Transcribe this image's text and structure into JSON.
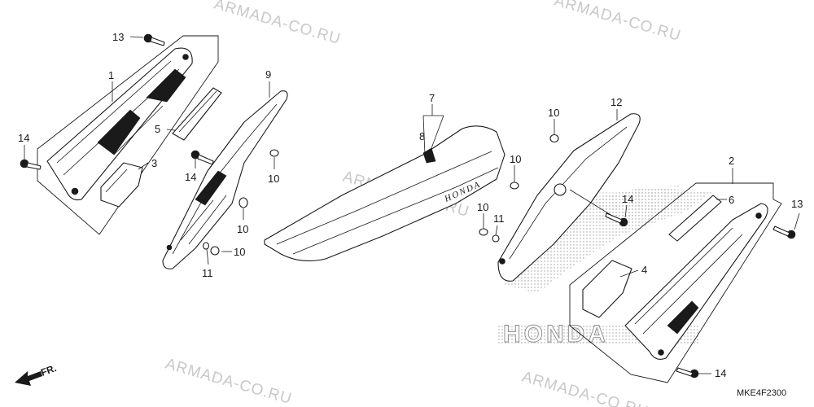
{
  "watermark_text": "ARMADA-CO.RU",
  "diagram_code": "MKE4F2300",
  "front_indicator": "FR.",
  "seat_brand": "HONDA",
  "decal_brand": "HONDA",
  "callouts": {
    "c1": "1",
    "c2": "2",
    "c3": "3",
    "c4": "4",
    "c5": "5",
    "c6": "6",
    "c7": "7",
    "c8": "8",
    "c9": "9",
    "c10a": "10",
    "c10b": "10",
    "c10c": "10",
    "c10d": "10",
    "c10e": "10",
    "c10f": "10",
    "c11a": "11",
    "c11b": "11",
    "c12": "12",
    "c13a": "13",
    "c13b": "13",
    "c14a": "14",
    "c14b": "14",
    "c14c": "14",
    "c14d": "14"
  }
}
